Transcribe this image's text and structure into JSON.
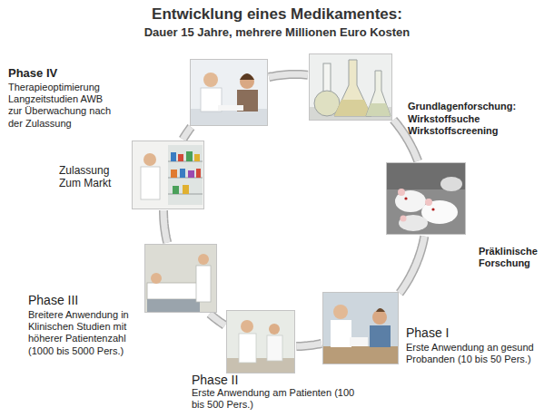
{
  "diagram": {
    "title": "Entwicklung eines Medikamentes:",
    "nodes": [
      {
        "text": [
          "Grundlagenforschung:",
          "Wirkstoffsuche Wirkstoffscreening"
        ]
      },
      {
        "text": [
          "Präklinische Forschung"
        ]
      },
      {
        "text": [
          "Phase I",
          "Erste Anwendung an gesund Probanden (10 bis 50 Pers.)"
        ]
      },
      {
        "text": [
          "Phase II",
          "Erste Anwendung am Patienten (100 bis 500 Pers.)"
        ]
      },
      {
        "text": [
          "Phase III",
          "Breitere Anwendung in Klinischen Studien mit höherer Patientenzahl (1000 bis 5000 Pers.)"
        ]
      },
      {
        "text": [
          "Zulassung Zum Markt"
        ]
      },
      {
        "text": [
          "Phase IV",
          "Therapieoptimierung Langzeitstudien AWB zur Überwachung nach der Zulassung"
        ]
      }
    ],
    "edges": [
      {
        "from": 0,
        "to": 1,
        "arrow": "none"
      },
      {
        "from": 1,
        "to": 2,
        "arrow": "none"
      },
      {
        "from": 2,
        "to": 3,
        "arrow": "none"
      },
      {
        "from": 3,
        "to": 4,
        "arrow": "none"
      },
      {
        "from": 4,
        "to": 5,
        "arrow": "none"
      },
      {
        "from": 5,
        "to": 6,
        "arrow": "none"
      },
      {
        "from": 6,
        "to": 0,
        "arrow": "none"
      }
    ],
    "labels": [
      "Dauer 15 Jahre, mehrere Millionen Euro Kosten"
    ]
  }
}
